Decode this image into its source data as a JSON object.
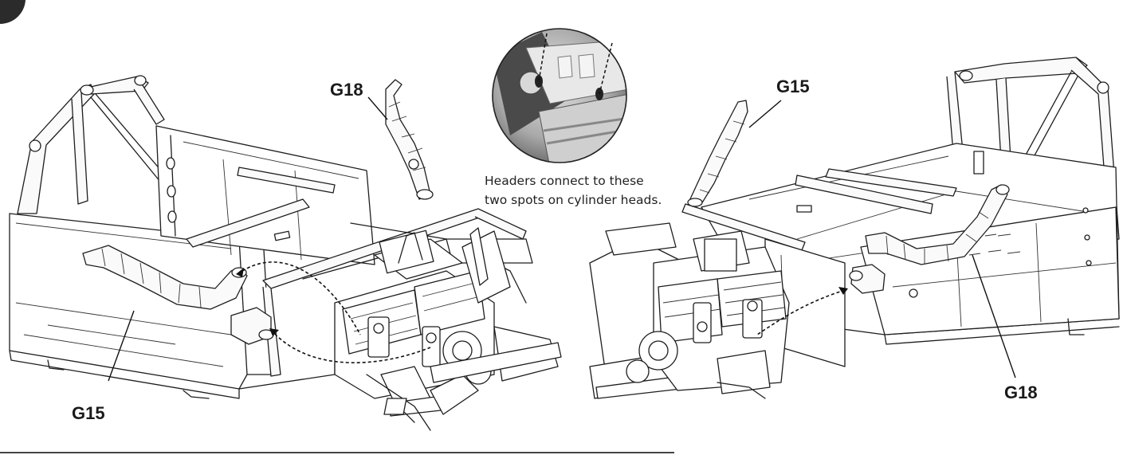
{
  "labels": {
    "left_header": "G18",
    "left_pipe": "G15",
    "right_header": "G15",
    "right_pipe": "G18"
  },
  "inset": {
    "caption_line1": "Headers connect to these",
    "caption_line2": "two spots on cylinder heads."
  }
}
